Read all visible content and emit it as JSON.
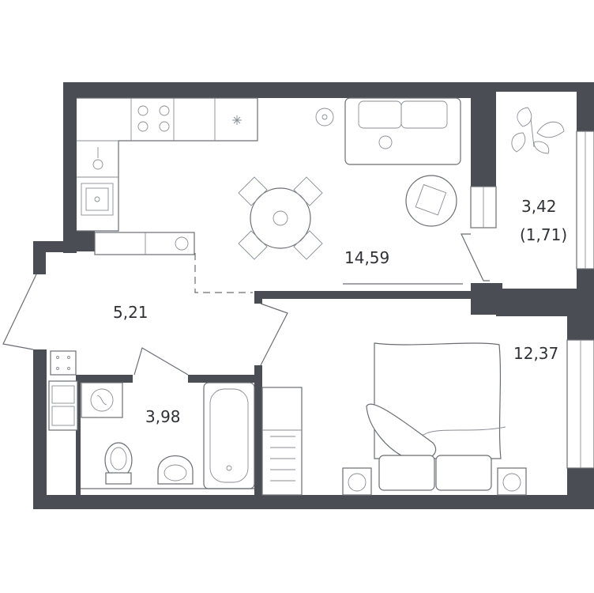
{
  "plan": {
    "wall_color": "#4a4d54",
    "line_color": "#6a6d74",
    "rooms": [
      {
        "id": "living",
        "area": "14,59"
      },
      {
        "id": "balcony",
        "area": "3,42",
        "note": "(1,71)"
      },
      {
        "id": "hall",
        "area": "5,21"
      },
      {
        "id": "bathroom",
        "area": "3,98"
      },
      {
        "id": "bedroom",
        "area": "12,37"
      }
    ]
  }
}
